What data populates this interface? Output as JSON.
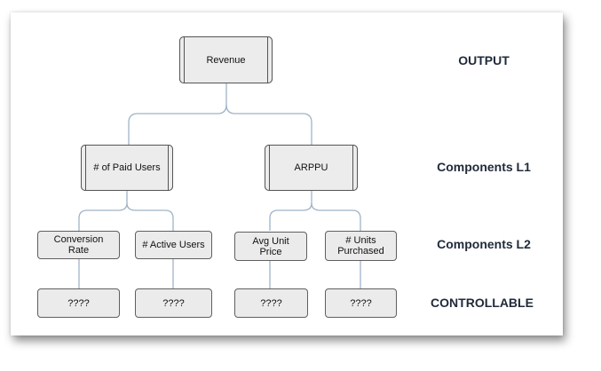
{
  "diagram": {
    "levels": {
      "output": "OUTPUT",
      "components_l1": "Components L1",
      "components_l2": "Components L2",
      "controllable": "CONTROLLABLE"
    },
    "nodes": {
      "revenue": "Revenue",
      "paid_users": "# of Paid Users",
      "arppu": "ARPPU",
      "conversion_rate": "Conversion Rate",
      "active_users": "# Active Users",
      "avg_unit_price": "Avg Unit Price",
      "units_purchased": "# Units Purchased",
      "controllable_1": "????",
      "controllable_2": "????",
      "controllable_3": "????",
      "controllable_4": "????"
    },
    "colors": {
      "connector": "#9fb3c8",
      "node_fill": "#ebebeb",
      "node_border": "#5f5f5f",
      "label_text": "#1f2a3a"
    }
  }
}
